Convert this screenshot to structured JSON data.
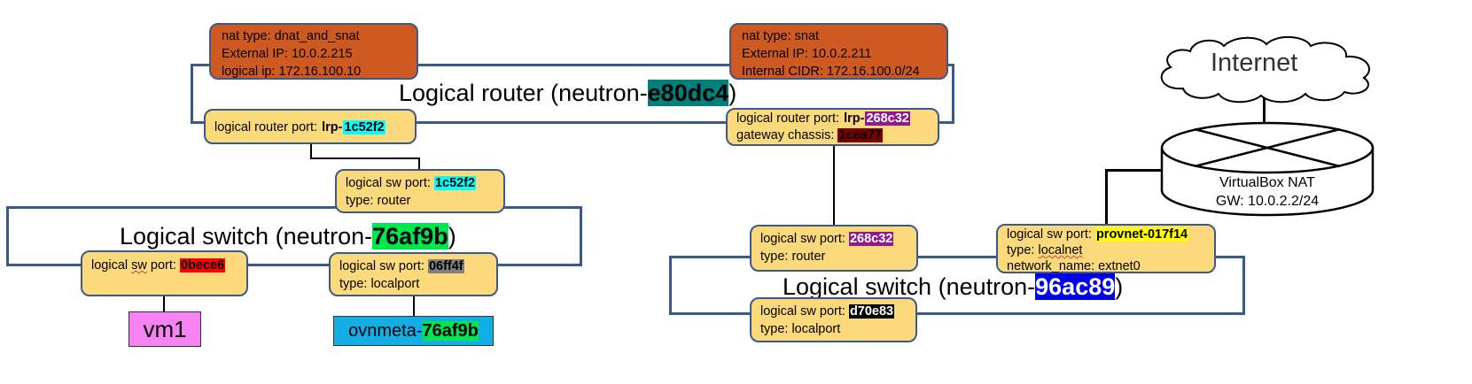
{
  "router": {
    "label_prefix": "Logical router (neutron-",
    "label_id": "e80dc4",
    "label_suffix": ")",
    "nat_left": {
      "line1": "nat type: dnat_and_snat",
      "line2": "External IP: 10.0.2.215",
      "line3_a": "logical ",
      "line3_b": "ip",
      "line3_c": ": 172.16.100.10"
    },
    "nat_right": {
      "line1": "nat type: snat",
      "line2": "External IP: 10.0.2.211",
      "line3": "Internal CIDR: 172.16.100.0/24"
    },
    "port_left": {
      "prefix": "logical router port: ",
      "lrp": "lrp-",
      "id": "1c52f2"
    },
    "port_right": {
      "prefix": "logical router port: ",
      "lrp": "lrp-",
      "id": "268c32",
      "line2_prefix": "gateway chassis: ",
      "chassis": "1cea77"
    }
  },
  "switch_left": {
    "label_prefix": "Logical switch (neutron-",
    "label_id": "76af9b",
    "label_suffix": ")",
    "router_port": {
      "prefix": "logical sw port: ",
      "id": "1c52f2",
      "type": "type: router"
    },
    "vm_port": {
      "a": "logical ",
      "b": "sw",
      "c": " port: ",
      "id": "0bece6"
    },
    "local_port": {
      "prefix": "logical sw port: ",
      "id": "06ff4f",
      "type": "type: localport"
    },
    "vm1": "vm1",
    "ovnmeta_prefix": "ovnmeta-",
    "ovnmeta_id": "76af9b"
  },
  "switch_right": {
    "label_prefix": "Logical switch (neutron-",
    "label_id": "96ac89",
    "label_suffix": ")",
    "router_port": {
      "prefix": "logical sw port: ",
      "id": "268c32",
      "type": "type: router"
    },
    "provnet_port": {
      "prefix": "logical sw port: ",
      "id": "provnet-017f14",
      "type_prefix": "type: ",
      "type_val": "localnet",
      "network": "network_name: extnet0"
    },
    "local_port": {
      "prefix": "logical sw port: ",
      "id": "d70e83",
      "type": "type: localport"
    }
  },
  "internet": "Internet",
  "vbox": {
    "line1": "VirtualBox NAT",
    "line2": "GW: 10.0.2.2/24"
  }
}
